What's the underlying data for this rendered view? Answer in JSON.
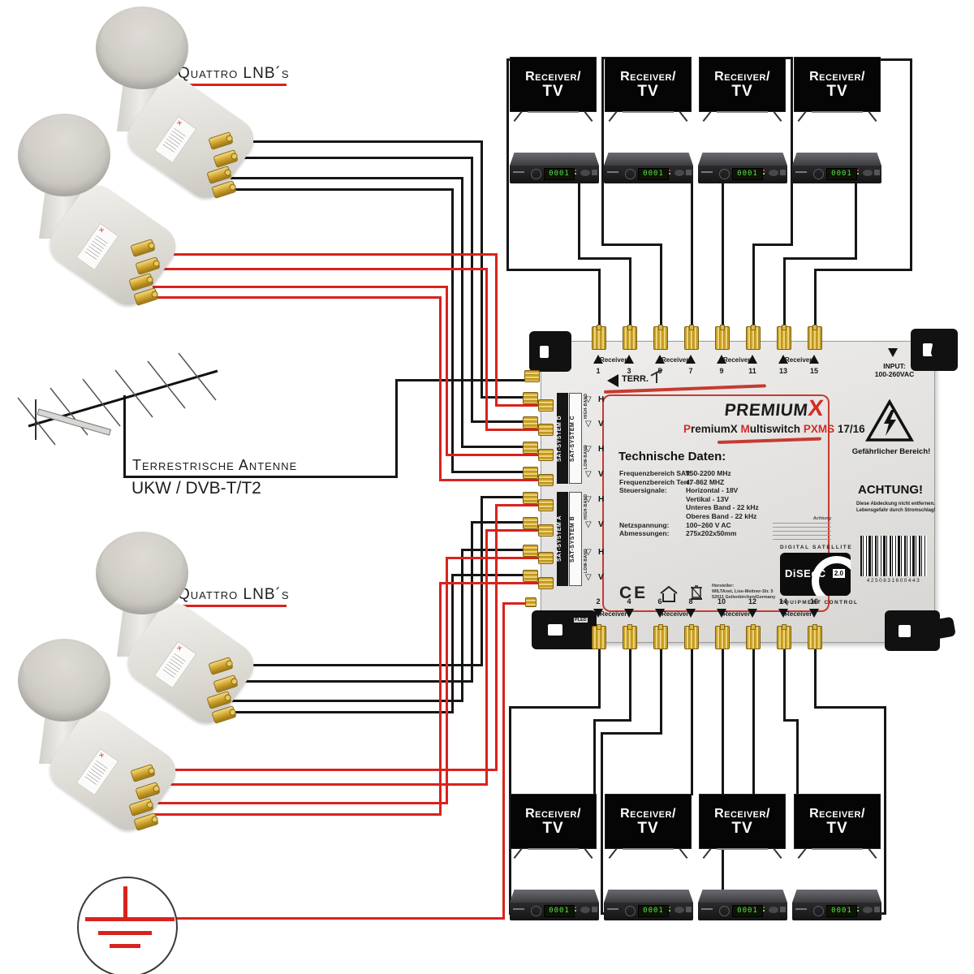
{
  "labels": {
    "quattro": "Quattro LNB´s",
    "terrestrial_1": "Terrestrische Antenne",
    "terrestrial_2": "UKW / DVB-T/T2"
  },
  "tv": {
    "line1": "Receiver/",
    "line2": "TV"
  },
  "receiver": {
    "display": "0001"
  },
  "multiswitch": {
    "brand": "PREMIUM",
    "brand_x": "X",
    "subtitle": {
      "p1": "P",
      "p2": "remiumX ",
      "p3": "M",
      "p4": "ultiswitch ",
      "p5": "PXMS ",
      "p6": "17/16"
    },
    "terr_label": "TERR.",
    "input_label_1": "INPUT:",
    "input_label_2": "100-260VAC",
    "pled": "PLED",
    "receiver_port_label": "Receiver",
    "top_ports": [
      "1",
      "3",
      "5",
      "7",
      "9",
      "11",
      "13",
      "15"
    ],
    "bottom_ports": [
      "2",
      "4",
      "6",
      "8",
      "10",
      "12",
      "14",
      "16"
    ],
    "sat_system_bands": [
      {
        "dark": "SAT-SYSTEM D",
        "light": "SAT-SYSTEM C"
      },
      {
        "dark": "SAT-SYSTEM A",
        "light": "SAT-SYSTEM B"
      }
    ],
    "band_labels": [
      "HIGH-BAND",
      "LOW-BAND"
    ],
    "hv": [
      "H",
      "V"
    ],
    "tech": {
      "heading": "Technische Daten:",
      "rows": [
        [
          "Frequenzbereich SAT:",
          "950-2200 MHz"
        ],
        [
          "Frequenzbereich Terr:",
          "47-862 MHZ"
        ],
        [
          "Steuersignale:",
          "Horizontal - 18V"
        ],
        [
          "",
          "Vertikal - 13V"
        ],
        [
          "",
          "Unteres Band - 22 kHz"
        ],
        [
          "",
          "Oberes Band - 22 kHz"
        ],
        [
          "Netzspannung:",
          "100~260 V AC"
        ],
        [
          "Abmessungen:",
          "275x202x50mm"
        ]
      ]
    },
    "ce": "CE",
    "hersteller": [
      "Hersteller:",
      "WILTAnet, Lise-Meitner-Str. 5",
      "52511 Geilenkirchen/Germany"
    ],
    "fine_print_title": "Achtung",
    "diseqc": {
      "top": "DIGITAL SATELLITE",
      "name": "DiSEqC",
      "version": "2.0",
      "bottom": "EQUIPMENT CONTROL"
    },
    "warning_label": "Gefährlicher Bereich!",
    "achtung": {
      "heading": "ACHTUNG!",
      "line1": "Diese Abdeckung nicht entfernen.",
      "line2": "Lebensgefahr durch Stromschlag!"
    },
    "barcode_number": "4250831600443"
  }
}
